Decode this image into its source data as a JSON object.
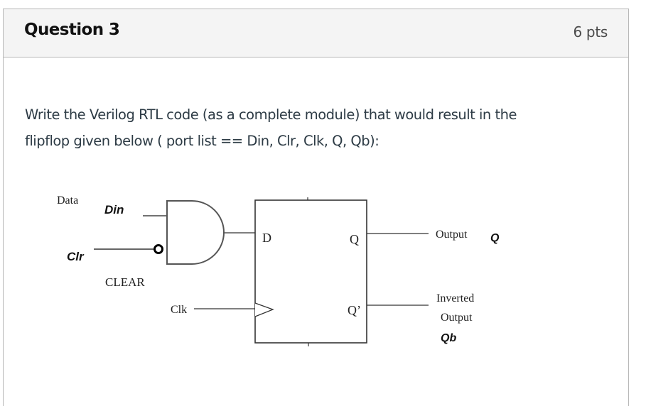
{
  "question": {
    "title": "Question 3",
    "points": "6 pts",
    "text_line1": "Write the Verilog RTL code (as a complete module) that would result in the",
    "text_line2": "flipflop given below ( port list ==  Din, Clr, Clk, Q, Qb):"
  },
  "diagram": {
    "labels": {
      "data": "Data",
      "din": "Din",
      "clr": "Clr",
      "clear": "CLEAR",
      "clk": "Clk",
      "d_pin": "D",
      "q_pin": "Q",
      "qbar_pin": "Q’",
      "output": "Output",
      "output_q": "Q",
      "inverted": "Inverted",
      "inverted_output": "Output",
      "qb": "Qb"
    },
    "line_color": "#444444"
  }
}
